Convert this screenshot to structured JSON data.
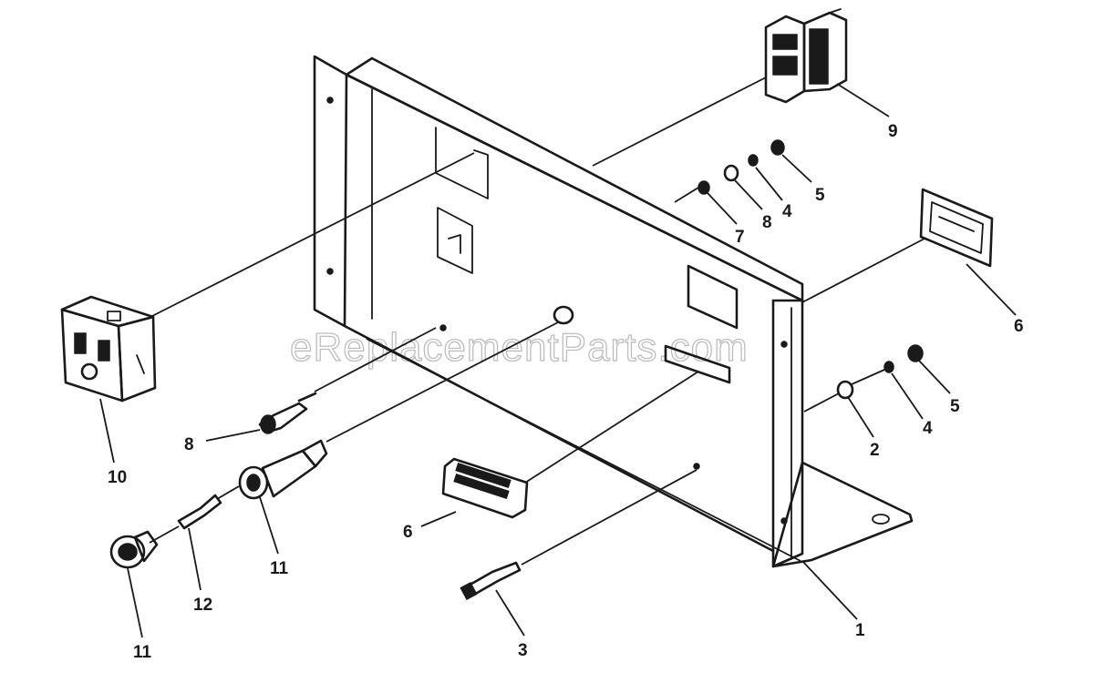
{
  "watermark": "eReplacementParts.com",
  "callouts": {
    "c1": "1",
    "c2": "2",
    "c3": "3",
    "c4a": "4",
    "c4b": "4",
    "c5a": "5",
    "c5b": "5",
    "c6a": "6",
    "c6b": "6",
    "c7": "7",
    "c8a": "8",
    "c8b": "8",
    "c9": "9",
    "c10": "10",
    "c11a": "11",
    "c11b": "11",
    "c12": "12"
  }
}
